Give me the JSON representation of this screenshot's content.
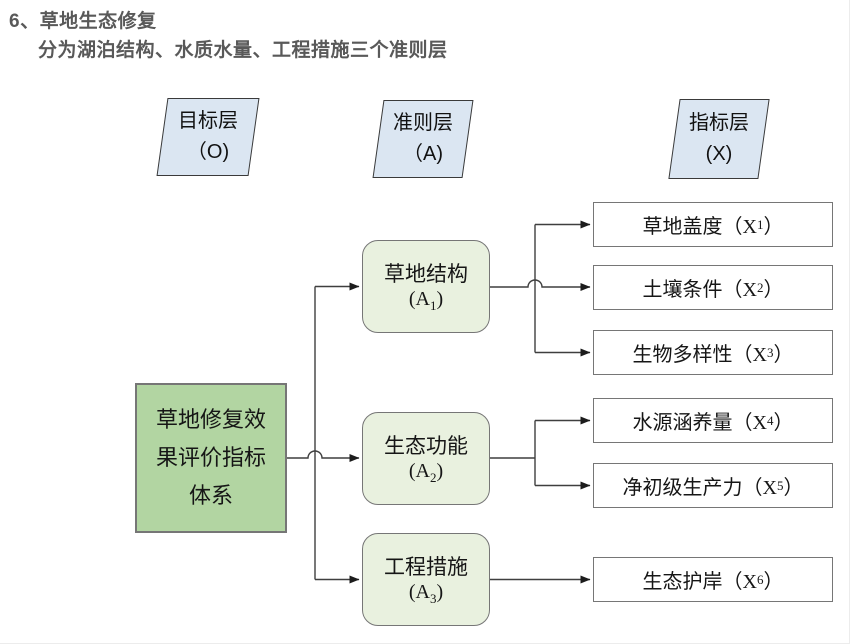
{
  "header": {
    "title": "6、草地生态修复",
    "subtitle": "分为湖泊结构、水质水量、工程措施三个准则层"
  },
  "diagram": {
    "layer_headers": [
      {
        "label": "目标层",
        "code": "（O)"
      },
      {
        "label": "准则层",
        "code": "（A)"
      },
      {
        "label": "指标层",
        "code": "(X)"
      }
    ],
    "goal_node": {
      "label": "草地修复效果评价指标体系"
    },
    "criteria_nodes": [
      {
        "label": "草地结构",
        "code_before": "(A",
        "sub": "1",
        "code_after": ")"
      },
      {
        "label": "生态功能",
        "code_before": "(A",
        "sub": "2",
        "code_after": ")"
      },
      {
        "label": "工程措施",
        "code_before": "(A",
        "sub": "3",
        "code_after": ")"
      }
    ],
    "indicator_nodes": [
      {
        "text_before": "草地盖度（X",
        "sub": "1",
        "text_after": "）"
      },
      {
        "text_before": "土壤条件（X",
        "sub": "2",
        "text_after": "）"
      },
      {
        "text_before": "生物多样性（X",
        "sub": "3",
        "text_after": "）"
      },
      {
        "text_before": "水源涵养量（X",
        "sub": "4",
        "text_after": "）"
      },
      {
        "text_before": "净初级生产力（X",
        "sub": "5",
        "text_after": "）"
      },
      {
        "text_before": "生态护岸（X",
        "sub": "6",
        "text_after": "）"
      }
    ],
    "colors": {
      "layer_header_fill": "#dbe6f2",
      "goal_fill": "#b2d5a2",
      "criteria_fill": "#e9f1df",
      "indicator_fill": "#ffffff",
      "border": "#767676",
      "line": "#3f3f3f",
      "title_text": "#595959"
    }
  }
}
